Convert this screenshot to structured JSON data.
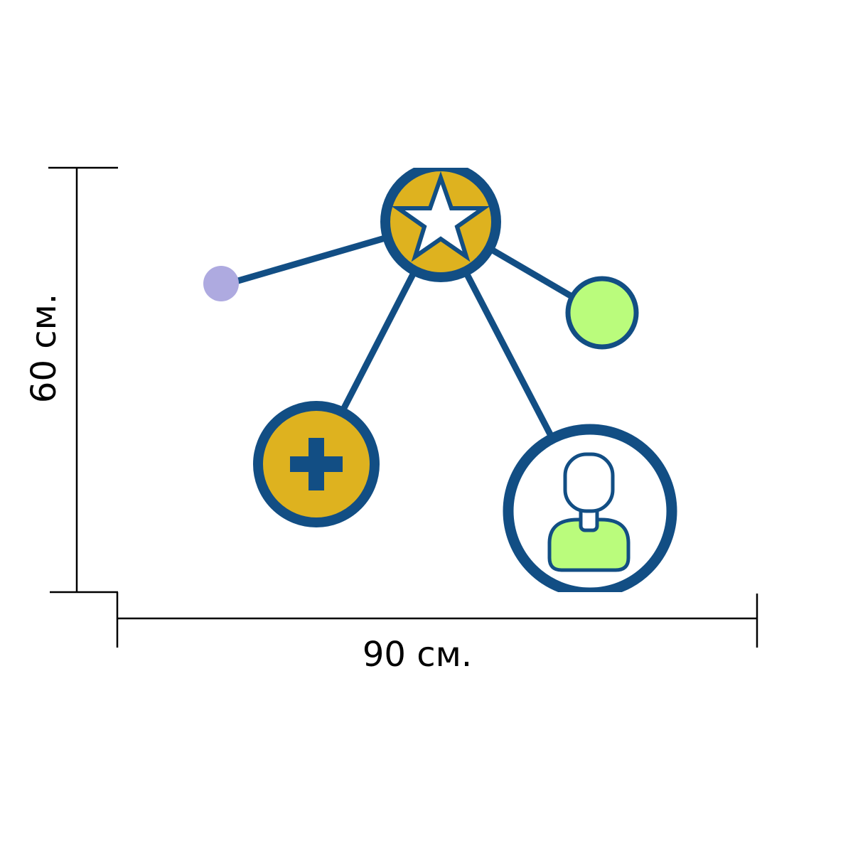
{
  "dimensions": {
    "width_label": "90 см.",
    "height_label": "60 см."
  },
  "colors": {
    "navy": "#124e84",
    "gold": "#deb21f",
    "green": "#bafc7c",
    "lavender": "#aeaae0",
    "white": "#ffffff",
    "dimension_line": "#000000"
  },
  "nodes": [
    {
      "id": "star",
      "icon": "star-icon",
      "fill": "gold"
    },
    {
      "id": "dot",
      "icon": "",
      "fill": "lavender"
    },
    {
      "id": "green",
      "icon": "",
      "fill": "green"
    },
    {
      "id": "plus",
      "icon": "plus-icon",
      "fill": "gold"
    },
    {
      "id": "person",
      "icon": "person-icon",
      "fill": "white"
    }
  ],
  "edges": [
    {
      "from": "star",
      "to": "dot"
    },
    {
      "from": "star",
      "to": "green"
    },
    {
      "from": "star",
      "to": "plus"
    },
    {
      "from": "star",
      "to": "person"
    }
  ]
}
